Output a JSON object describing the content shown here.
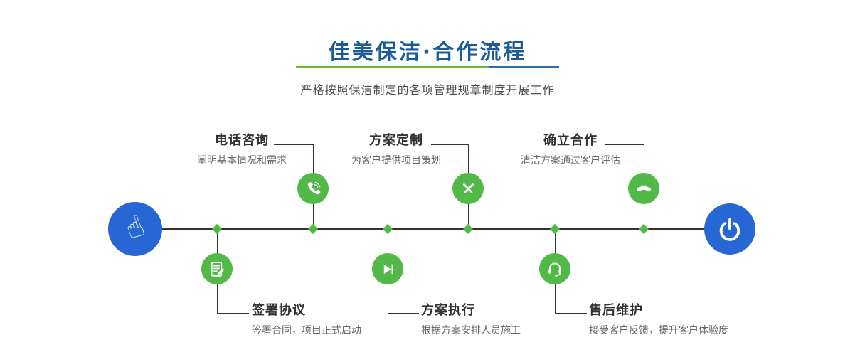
{
  "header": {
    "title": "佳美保洁·合作流程",
    "subtitle": "严格按照保洁制定的各项管理规章制度开展工作"
  },
  "colors": {
    "title_text": "#1b5b97",
    "underline_green": "#72b532",
    "underline_blue": "#2e6da4",
    "node_blue": "#2767d3",
    "node_green": "#52b848",
    "line": "#333333",
    "step_title": "#333333",
    "step_desc": "#666666"
  },
  "timeline": {
    "start": {
      "icon": "hand-pointer-icon"
    },
    "end": {
      "icon": "power-icon"
    },
    "steps_top": [
      {
        "title": "电话咨询",
        "desc": "阐明基本情况和需求",
        "icon": "phone-icon"
      },
      {
        "title": "方案定制",
        "desc": "为客户提供项目策划",
        "icon": "pencil-tools-icon"
      },
      {
        "title": "确立合作",
        "desc": "清洁方案通过客户评估",
        "icon": "handshake-icon"
      }
    ],
    "steps_bottom": [
      {
        "title": "签署协议",
        "desc": "签署合同，项目正式启动",
        "icon": "document-icon"
      },
      {
        "title": "方案执行",
        "desc": "根据方案安排人员施工",
        "icon": "play-icon"
      },
      {
        "title": "售后维护",
        "desc": "接受客户反馈，提升客户体验度",
        "icon": "headset-icon"
      }
    ]
  }
}
